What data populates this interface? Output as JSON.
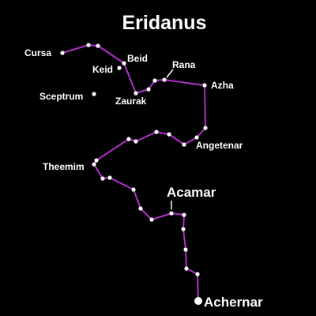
{
  "title": "Eridanus",
  "colors": {
    "background": "#000000",
    "line": "#b030c8",
    "star": "#ffffff",
    "text": "#ffffff"
  },
  "stars": [
    {
      "name": "Cursa",
      "major": false
    },
    {
      "name": "Keid",
      "major": false
    },
    {
      "name": "Beid",
      "major": false
    },
    {
      "name": "Zaurak",
      "major": false
    },
    {
      "name": "Rana",
      "major": false
    },
    {
      "name": "Azha",
      "major": false
    },
    {
      "name": "Sceptrum",
      "major": false
    },
    {
      "name": "Angetenar",
      "major": false
    },
    {
      "name": "Theemim",
      "major": false
    },
    {
      "name": "Acamar",
      "major": true
    },
    {
      "name": "Achernar",
      "major": true
    }
  ]
}
